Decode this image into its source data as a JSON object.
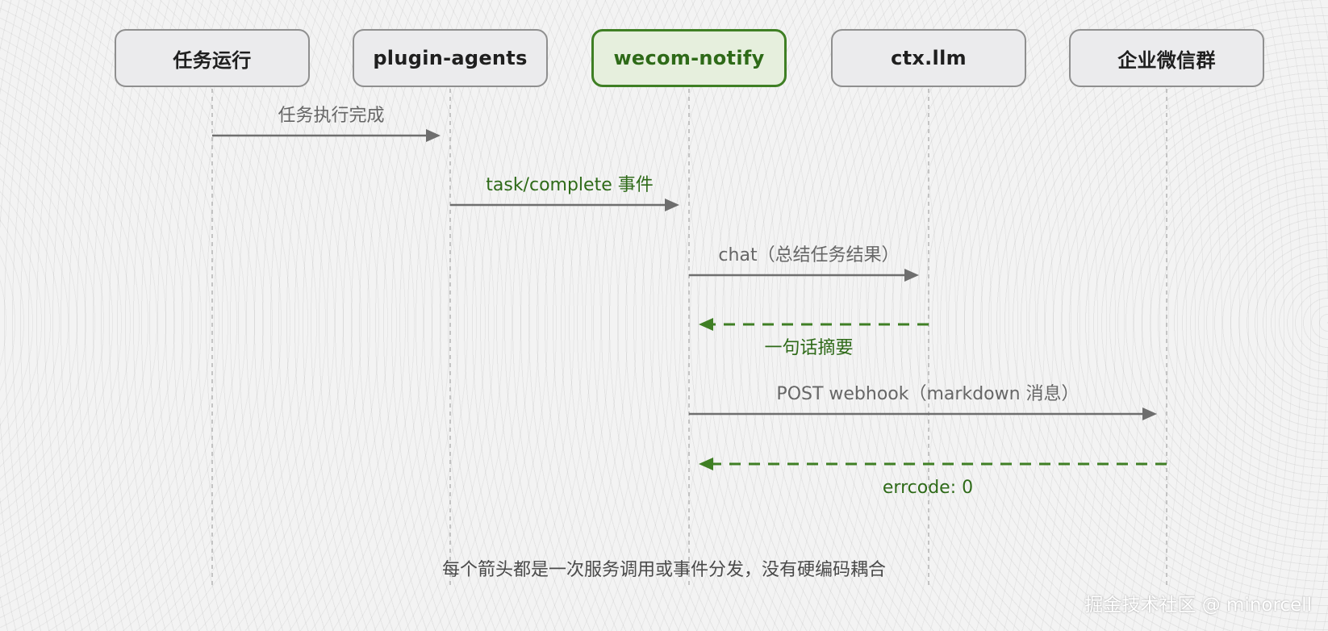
{
  "participants": [
    {
      "label": "任务运行",
      "active": false
    },
    {
      "label": "plugin-agents",
      "active": false
    },
    {
      "label": "wecom-notify",
      "active": true
    },
    {
      "label": "ctx.llm",
      "active": false
    },
    {
      "label": "企业微信群",
      "active": false
    }
  ],
  "messages": [
    {
      "from": 0,
      "to": 1,
      "label": "任务执行完成",
      "style": "solid",
      "label_pos": "above"
    },
    {
      "from": 1,
      "to": 2,
      "label": "task/complete 事件",
      "style": "solid",
      "label_pos": "above"
    },
    {
      "from": 2,
      "to": 3,
      "label": "chat（总结任务结果）",
      "style": "solid",
      "label_pos": "above"
    },
    {
      "from": 3,
      "to": 2,
      "label": "一句话摘要",
      "style": "dashed",
      "label_pos": "below"
    },
    {
      "from": 2,
      "to": 4,
      "label": "POST webhook（markdown 消息）",
      "style": "solid",
      "label_pos": "above"
    },
    {
      "from": 4,
      "to": 2,
      "label": "errcode: 0",
      "style": "dashed",
      "label_pos": "below"
    }
  ],
  "footer_note": "每个箭头都是一次服务调用或事件分发，没有硬编码耦合",
  "watermark": "掘金技术社区 @ minorcell",
  "colors": {
    "call": "#6e6e6e",
    "call_text": "#666666",
    "event_text": "#2e6a18",
    "return": "#3f7f24",
    "return_text": "#2e6a18",
    "lifeline": "#b5b5b5",
    "active_border": "#3f7f24",
    "active_fill": "#e6efdd"
  }
}
